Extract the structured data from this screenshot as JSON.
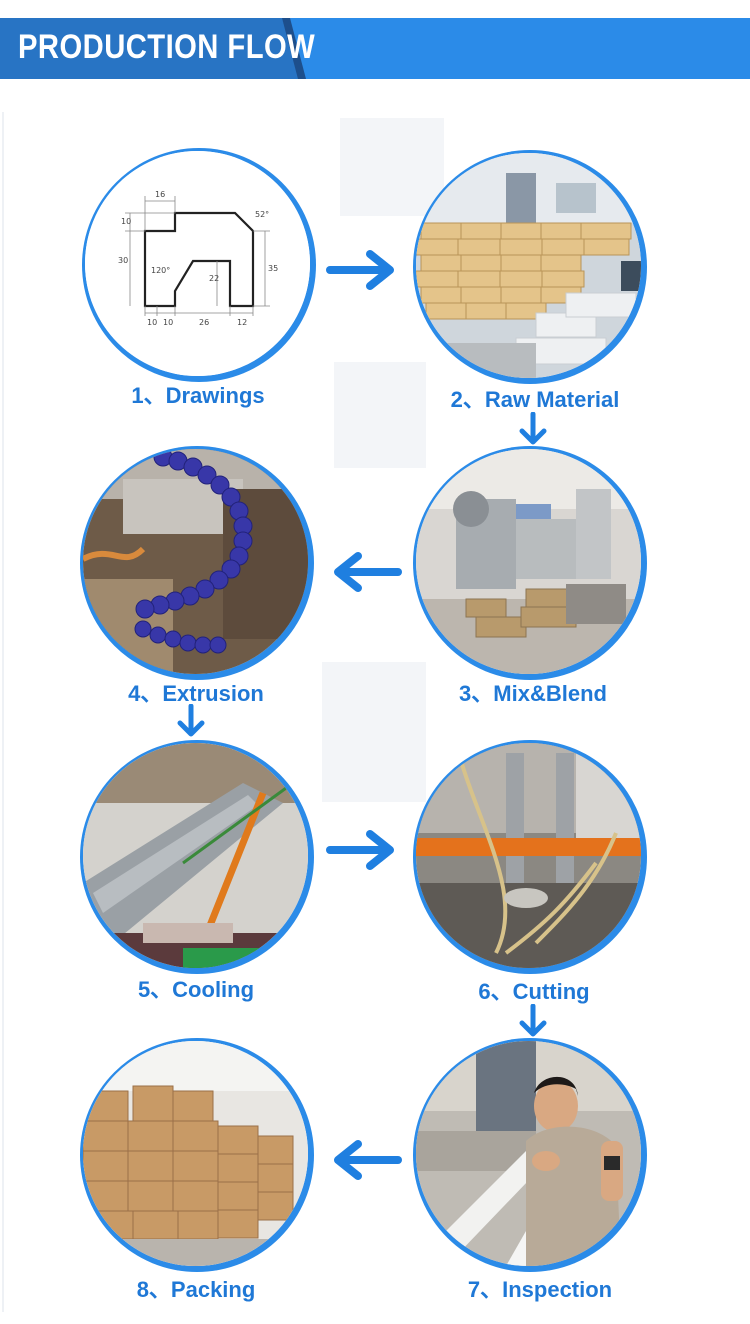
{
  "header": {
    "title": "PRODUCTION FLOW"
  },
  "drawing": {
    "dims": [
      "16",
      "10",
      "52°",
      "30",
      "35",
      "120°",
      "22",
      "10",
      "10",
      "26",
      "12"
    ]
  },
  "steps": [
    {
      "label": "1、Drawings"
    },
    {
      "label": "2、Raw Material"
    },
    {
      "label": "3、Mix&Blend"
    },
    {
      "label": "4、Extrusion"
    },
    {
      "label": "5、Cooling"
    },
    {
      "label": "6、Cutting"
    },
    {
      "label": "7、Inspection"
    },
    {
      "label": "8、Packing"
    }
  ],
  "colors": {
    "accent": "#2b8be8",
    "header_dark": "#2874c4",
    "label": "#1f78d6",
    "arrow": "#1f7fe0"
  }
}
